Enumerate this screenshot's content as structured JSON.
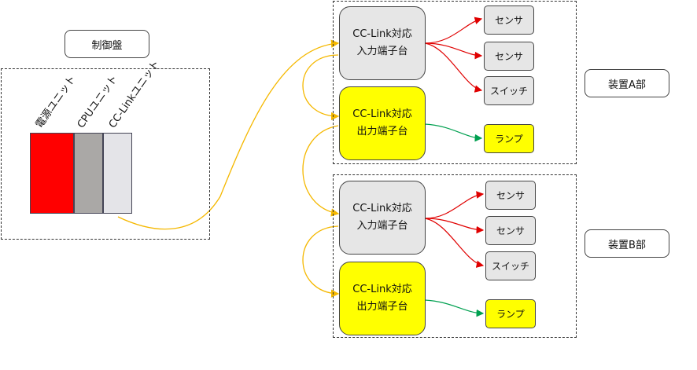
{
  "control_panel": {
    "label": "制御盤",
    "units": [
      {
        "label": "電源ユニット",
        "color": "#ff0000"
      },
      {
        "label": "CPUユニット",
        "color": "#aaa8a6"
      },
      {
        "label": "CC-Linkユニット",
        "color": "#e4e4e8"
      }
    ]
  },
  "devices": [
    {
      "label": "装置A部",
      "input_terminal": {
        "line1": "CC-Link対応",
        "line2": "入力端子台"
      },
      "output_terminal": {
        "line1": "CC-Link対応",
        "line2": "出力端子台"
      },
      "inputs": [
        "センサ",
        "センサ",
        "スイッチ"
      ],
      "outputs": [
        "ランプ"
      ]
    },
    {
      "label": "装置B部",
      "input_terminal": {
        "line1": "CC-Link対応",
        "line2": "入力端子台"
      },
      "output_terminal": {
        "line1": "CC-Link対応",
        "line2": "出力端子台"
      },
      "inputs": [
        "センサ",
        "センサ",
        "スイッチ"
      ],
      "outputs": [
        "ランプ"
      ]
    }
  ],
  "colors": {
    "network_line": "#f5b800",
    "input_arrow": "#e00000",
    "output_arrow": "#00a050",
    "input_terminal_fill": "#e6e6e6",
    "output_terminal_fill": "#ffff00"
  }
}
